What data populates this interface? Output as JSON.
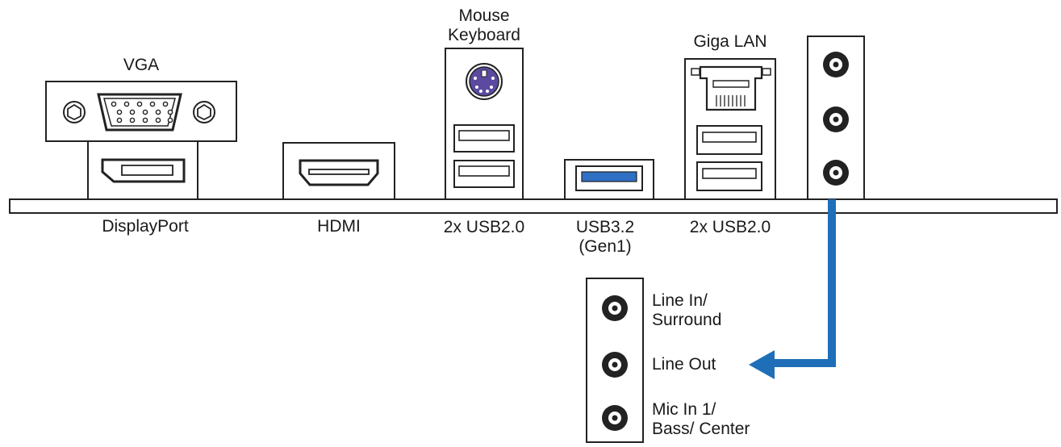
{
  "ports": {
    "vga": "VGA",
    "mouse_keyboard": [
      "Mouse",
      "Keyboard"
    ],
    "giga_lan": "Giga LAN",
    "displayport": "DisplayPort",
    "hdmi": "HDMI",
    "usb2_left": "2x USB2.0",
    "usb3": [
      "USB3.2",
      "(Gen1)"
    ],
    "usb2_right": "2x USB2.0"
  },
  "audio": {
    "line_in": [
      "Line In/",
      "Surround"
    ],
    "line_out": "Line Out",
    "mic_in": [
      "Mic In 1/",
      "Bass/ Center"
    ]
  },
  "colors": {
    "usb3_blue": "#2f6fc4",
    "arrow_blue": "#1f6fb8",
    "ps2_purple": "#5b4aa0"
  }
}
